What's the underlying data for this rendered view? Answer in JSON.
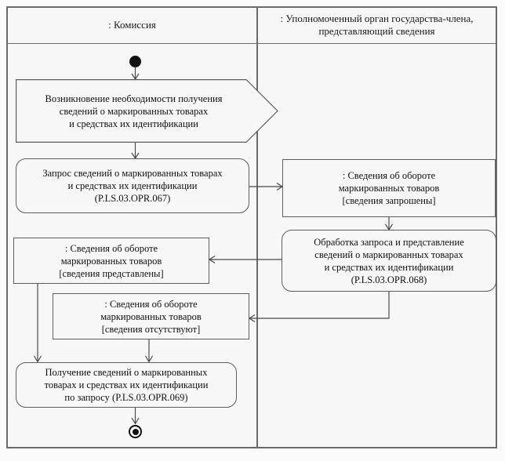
{
  "diagram": {
    "type": "uml-activity-diagram",
    "lanes": [
      {
        "id": "commission",
        "title": ": Комиссия"
      },
      {
        "id": "authority",
        "title": ": Уполномоченный орган государства-члена, представляющий сведения"
      }
    ],
    "nodes": {
      "start": {
        "kind": "initial-node",
        "lane": "commission"
      },
      "need_event": {
        "kind": "signal-receipt",
        "lane": "commission",
        "lines": [
          "Возникновение необходимости получения",
          "сведений о маркированных товарах",
          "и средствах их идентификации"
        ]
      },
      "request_action": {
        "kind": "action",
        "lane": "commission",
        "lines": [
          "Запрос сведений о маркированных товарах",
          "и средствах их идентификации",
          "(P.LS.03.OPR.067)"
        ],
        "code": "P.LS.03.OPR.067"
      },
      "obj_requested": {
        "kind": "object-node",
        "lane": "authority",
        "lines": [
          ": Сведения об обороте",
          "маркированных товаров",
          "[сведения запрошены]"
        ],
        "state": "сведения запрошены"
      },
      "process_action": {
        "kind": "action",
        "lane": "authority",
        "lines": [
          "Обработка запроса и представление",
          "сведений о маркированных товарах",
          "и средствах их идентификации",
          "(P.LS.03.OPR.068)"
        ],
        "code": "P.LS.03.OPR.068"
      },
      "obj_provided": {
        "kind": "object-node",
        "lane": "commission",
        "lines": [
          ": Сведения об обороте",
          "маркированных товаров",
          "[сведения представлены]"
        ],
        "state": "сведения представлены"
      },
      "obj_absent": {
        "kind": "object-node",
        "lane": "commission",
        "lines": [
          ": Сведения об обороте",
          "маркированных товаров",
          "[сведения отсутствуют]"
        ],
        "state": "сведения отсутствуют"
      },
      "receive_action": {
        "kind": "action",
        "lane": "commission",
        "lines": [
          "Получение сведений о маркированных",
          "товарах и средствах их идентификации",
          "по запросу (P.LS.03.OPR.069)"
        ],
        "code": "P.LS.03.OPR.069"
      },
      "end": {
        "kind": "final-node",
        "lane": "commission"
      }
    },
    "edges": [
      {
        "from": "start",
        "to": "need_event"
      },
      {
        "from": "need_event",
        "to": "request_action"
      },
      {
        "from": "request_action",
        "to": "obj_requested"
      },
      {
        "from": "obj_requested",
        "to": "process_action"
      },
      {
        "from": "process_action",
        "to": "obj_provided"
      },
      {
        "from": "process_action",
        "to": "obj_absent"
      },
      {
        "from": "obj_provided",
        "to": "receive_action"
      },
      {
        "from": "obj_absent",
        "to": "receive_action"
      },
      {
        "from": "receive_action",
        "to": "end"
      }
    ],
    "colors": {
      "frame_border": "#6b6b6b",
      "node_border": "#5d5d5d",
      "background": "#f7f7f7",
      "edge": "#4a4a4a",
      "text": "#111111"
    }
  }
}
